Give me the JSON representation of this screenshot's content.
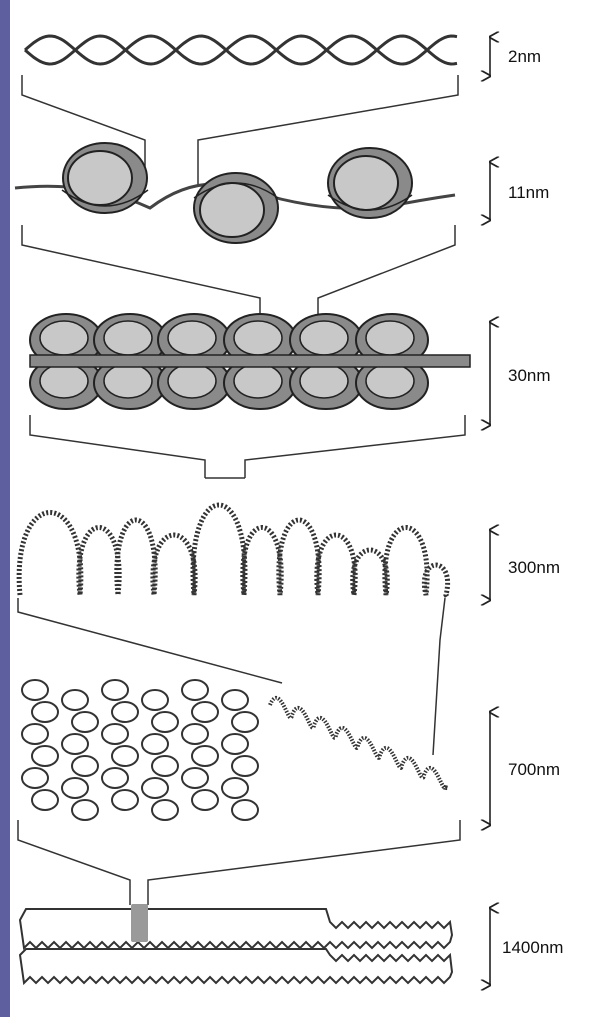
{
  "colors": {
    "frame": "#5d5f9f",
    "panel": "#ffffff",
    "stroke": "#222222",
    "histone_fill": "#c8c8c8",
    "histone_dark": "#8a8a8a",
    "centromere": "#9a9a9a"
  },
  "levels": [
    {
      "id": "dna",
      "label": "2nm"
    },
    {
      "id": "nucleosome",
      "label": "11nm"
    },
    {
      "id": "fiber",
      "label": "30nm"
    },
    {
      "id": "loops",
      "label": "300nm"
    },
    {
      "id": "scaffold",
      "label": "700nm"
    },
    {
      "id": "chromosome",
      "label": "1400nm"
    }
  ]
}
